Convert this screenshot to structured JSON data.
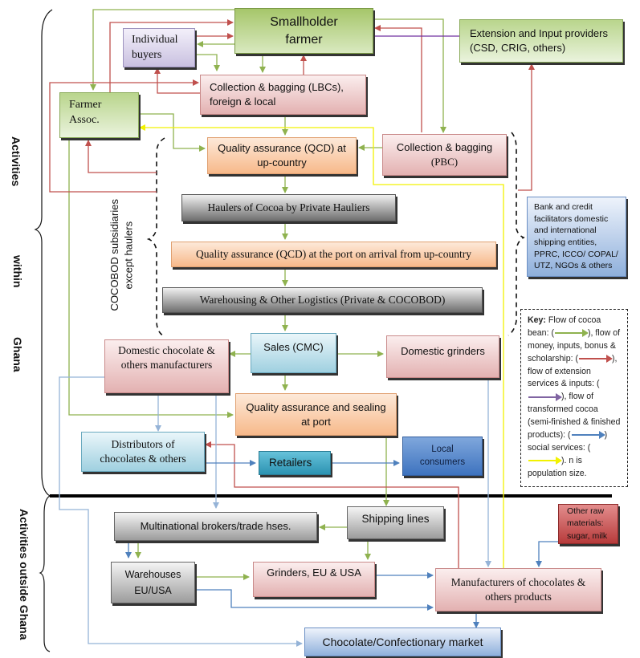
{
  "side_labels": {
    "activities": "Activities",
    "within": "within",
    "ghana": "Ghana",
    "outside": "Activities outside Ghana"
  },
  "cocobod_note": {
    "line1": "COCOBOD subsidiaries",
    "line2": "except haulers"
  },
  "nodes": {
    "smallholder": "Smallholder farmer",
    "individual_buyers": "Individual buyers",
    "extension_providers": "Extension and Input providers (CSD, CRIG, others)",
    "collection_lbc": "Collection & bagging (LBCs), foreign & local",
    "farmer_assoc": "Farmer Assoc.",
    "qa_upcountry": "Quality assurance (QCD) at up-country",
    "collection_pbc_line1": "Collection & bagging",
    "collection_pbc_line2": "(PBC)",
    "haulers": "Haulers of Cocoa by Private Hauliers",
    "qa_port_arrival": "Quality assurance (QCD) at the port on arrival from up-country",
    "warehousing": "Warehousing & Other Logistics (Private & COCOBOD)",
    "bank_credit": "Bank and credit facilitators domestic and international shipping entities, PPRC, ICCO/ COPAL/ UTZ, NGOs & others",
    "sales_cmc": "Sales (CMC)",
    "domestic_chocolate": "Domestic chocolate & others manufacturers",
    "domestic_grinders": "Domestic grinders",
    "qa_sealing": "Quality assurance and sealing at port",
    "distributors": "Distributors of chocolates & others",
    "retailers": "Retailers",
    "local_consumers": "Local consumers",
    "shipping_lines": "Shipping lines",
    "multinational_brokers": "Multinational brokers/trade hses.",
    "other_raw": "Other raw materials: sugar, milk",
    "warehouses_eu": "Warehouses EU/USA",
    "grinders_eu": "Grinders, EU & USA",
    "manufacturers_products": "Manufacturers of chocolates & others products",
    "confectionary_market": "Chocolate/Confectionary market"
  },
  "key": {
    "title": "Key:",
    "cocoa_bean": "Flow of cocoa bean:",
    "money": "flow of money, inputs, bonus & scholarship:",
    "extension": "flow of extension services & inputs:",
    "transformed": "flow of transformed cocoa (semi-finished & finished products):",
    "social": "social services:",
    "population": "n is population size."
  },
  "colors": {
    "cocoa_bean": "#8fb24f",
    "money": "#c0504d",
    "extension": "#7030a0",
    "transformed": "#4f81bd",
    "transformed_light": "#95b3d7",
    "social": "#f2f200"
  }
}
